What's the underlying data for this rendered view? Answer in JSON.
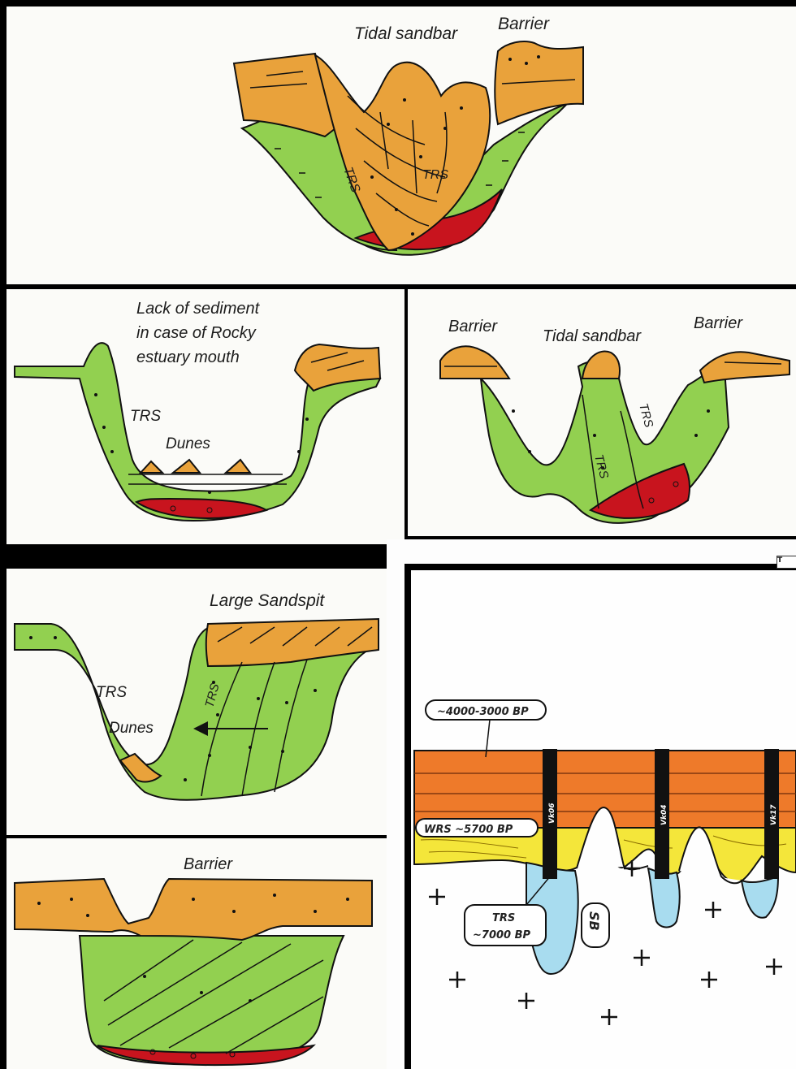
{
  "colors": {
    "sand": "#e9a23b",
    "mud": "#92d050",
    "basal": "#c8141e",
    "estuary_fill": "#f4e63a",
    "marine_fill": "#ee7a2a",
    "basin_water": "#a8dcef",
    "background": "#000000"
  },
  "panel_top": {
    "labels": {
      "tidal_sandbar": "Tidal sandbar",
      "barrier": "Barrier",
      "trs_left": "TRS",
      "trs_right": "TRS"
    }
  },
  "panel_mid_left": {
    "labels": {
      "caption_line1": "Lack of sediment",
      "caption_line2": "in case of Rocky",
      "caption_line3": "estuary mouth",
      "trs": "TRS",
      "dunes": "Dunes"
    }
  },
  "panel_mid_right": {
    "labels": {
      "barrier_left": "Barrier",
      "tidal_sandbar": "Tidal sandbar",
      "barrier_right": "Barrier",
      "trs_1": "TRS",
      "trs_2": "TRS"
    }
  },
  "panel_sandspit": {
    "labels": {
      "large_sandspit": "Large Sandspit",
      "trs_left": "TRS",
      "trs_inner": "TRS",
      "dunes": "Dunes"
    }
  },
  "panel_bottom_left": {
    "labels": {
      "barrier": "Barrier"
    }
  },
  "panel_section": {
    "labels": {
      "age_marine": "~4000-3000 BP",
      "wrs": "WRS ~5700 BP",
      "trs_line1": "TRS",
      "trs_line2": "~7000 BP",
      "sb": "SB",
      "core_1": "Vk06",
      "core_2": "Vk04",
      "core_3": "Vk17",
      "corner_fragment": "T"
    }
  }
}
